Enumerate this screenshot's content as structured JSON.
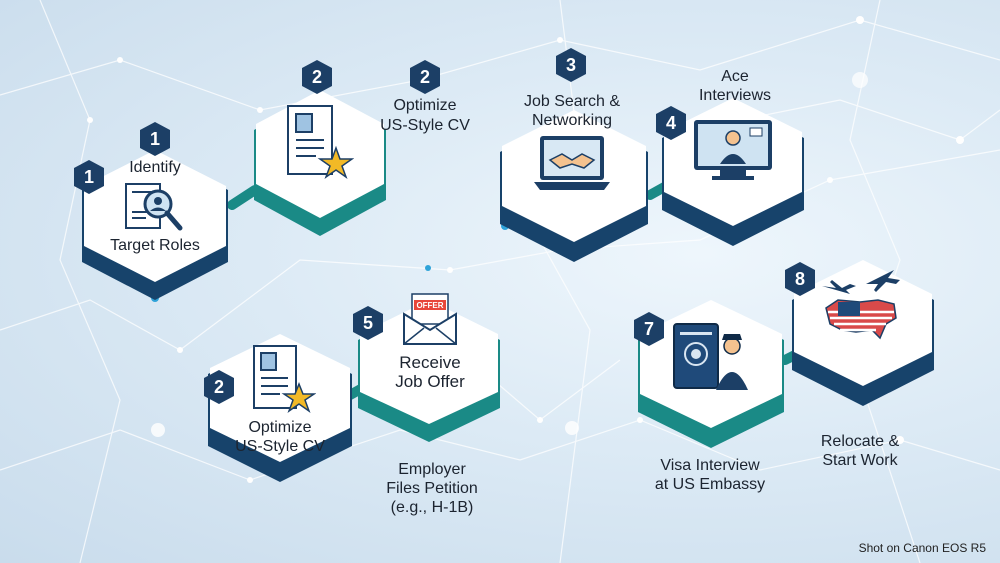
{
  "steps": [
    {
      "number": "1",
      "title_line1": "Identify",
      "title_line2": "Target Roles"
    },
    {
      "number": "1"
    },
    {
      "number": "2"
    },
    {
      "number": "2",
      "title_line1": "Optimize",
      "title_line2": "US-Style CV"
    },
    {
      "number": "3",
      "title_line1": "Job Search &",
      "title_line2": "Networking"
    },
    {
      "number": "4",
      "title_line1": "Ace",
      "title_line2": "Interviews"
    },
    {
      "number": "2",
      "title_line1": "Optimize",
      "title_line2": "US-Style CV"
    },
    {
      "number": "5",
      "title_line1": "Receive",
      "title_line2": "Job Offer"
    },
    {
      "text_line1": "Employer",
      "text_line2": "Files Petition",
      "text_line3": "(e.g., H-1B)"
    },
    {
      "number": "7",
      "title_line1": "Visa Interview",
      "title_line2": "at US Embassy"
    },
    {
      "number": "8",
      "title_line1": "Relocate &",
      "title_line2": "Start Work"
    }
  ],
  "offer_envelope_text": "OFFER",
  "credit": "Shot on Canon EOS R5",
  "colors": {
    "navy": "#17436b",
    "teal": "#1a8a86",
    "badge": "#1c3f66",
    "accent": "#f2b926"
  }
}
